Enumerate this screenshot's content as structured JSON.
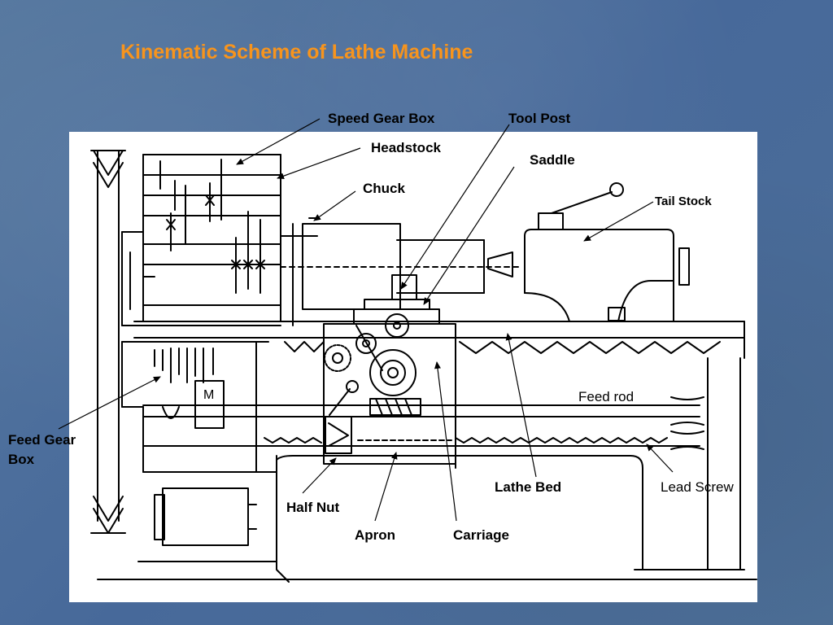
{
  "slide": {
    "title": "Kinematic Scheme of Lathe Machine",
    "title_color": "#f7941d",
    "background_color": "#4a6d96"
  },
  "labels": {
    "speed_gear_box": "Speed Gear Box",
    "tool_post": "Tool Post",
    "headstock": "Headstock",
    "saddle": "Saddle",
    "chuck": "Chuck",
    "tail_stock": "Tail Stock",
    "feed_rod": "Feed rod",
    "feed_gear_box": "Feed Gear Box",
    "lathe_bed": "Lathe Bed",
    "lead_screw": "Lead Screw",
    "half_nut": "Half Nut",
    "apron": "Apron",
    "carriage": "Carriage"
  },
  "drawing_glyphs": {
    "gearbox_mark": "M"
  }
}
